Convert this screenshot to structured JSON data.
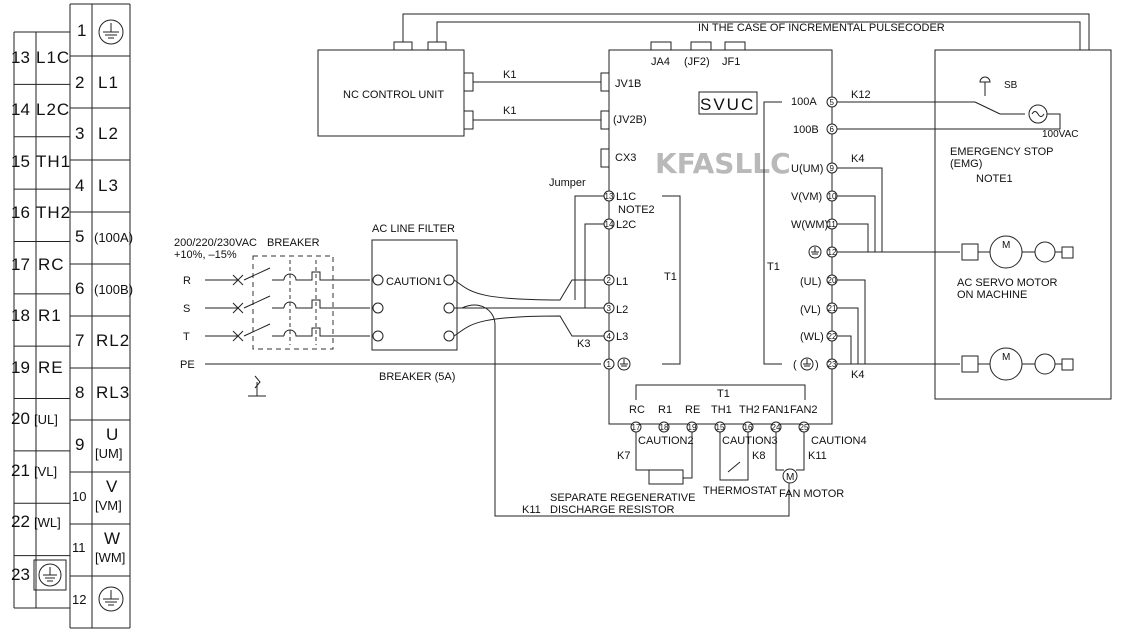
{
  "terminal_block": {
    "left": [
      {
        "num": "13",
        "label": "L1C"
      },
      {
        "num": "14",
        "label": "L2C"
      },
      {
        "num": "15",
        "label": "TH1"
      },
      {
        "num": "16",
        "label": "TH2"
      },
      {
        "num": "17",
        "label": "RC"
      },
      {
        "num": "18",
        "label": "R1"
      },
      {
        "num": "19",
        "label": "RE"
      },
      {
        "num": "20",
        "label": "[UL]"
      },
      {
        "num": "21",
        "label": "[VL]"
      },
      {
        "num": "22",
        "label": "[WL]"
      },
      {
        "num": "23",
        "label": ""
      }
    ],
    "right": [
      {
        "num": "1",
        "label": ""
      },
      {
        "num": "2",
        "label": "L1"
      },
      {
        "num": "3",
        "label": "L2"
      },
      {
        "num": "4",
        "label": "L3"
      },
      {
        "num": "5",
        "label": "(100A)"
      },
      {
        "num": "6",
        "label": "(100B)"
      },
      {
        "num": "7",
        "label": "RL2"
      },
      {
        "num": "8",
        "label": "RL3"
      },
      {
        "num": "9",
        "label": "U",
        "sub": "[UM]"
      },
      {
        "num": "10",
        "label": "V",
        "sub": "[VM]"
      },
      {
        "num": "11",
        "label": "W",
        "sub": "[WM]"
      },
      {
        "num": "12",
        "label": ""
      }
    ]
  },
  "top_note": "IN THE CASE OF INCREMENTAL PULSECODER",
  "nc_unit": "NC CONTROL UNIT",
  "svuc": "SVUC",
  "watermark": "KFASLLC",
  "connectors": {
    "ja4": "JA4",
    "jf2": "(JF2)",
    "jf1": "JF1",
    "jv1b": "JV1B",
    "jv2b": "(JV2B)",
    "cx3": "CX3"
  },
  "cables": {
    "k1a": "K1",
    "k1b": "K1",
    "k12": "K12",
    "k4a": "K4",
    "k4b": "K4",
    "k3": "K3",
    "k7": "K7",
    "k8": "K8",
    "k11a": "K11",
    "k11b": "K11"
  },
  "power": {
    "voltage": "200/220/230VAC",
    "tolerance": "+10%, –15%",
    "breaker": "BREAKER",
    "filter": "AC LINE FILTER",
    "caution1": "CAUTION1",
    "breaker5a": "BREAKER (5A)",
    "jumper": "Jumper",
    "r": "R",
    "s": "S",
    "t": "T",
    "pe": "PE"
  },
  "svuc_terminals": {
    "l1c": "L1C",
    "l2c": "L2C",
    "note2": "NOTE2",
    "l1": "L1",
    "l2": "L2",
    "l3": "L3",
    "t1_left": "T1",
    "t1_mid": "T1",
    "t1_bottom": "T1",
    "a100": "100A",
    "b100": "100B",
    "um": "U(UM)",
    "vm": "V(VM)",
    "wm": "W(WM)",
    "ul": "(UL)",
    "vl": "(VL)",
    "wl": "(WL)",
    "rc": "RC",
    "r1": "R1",
    "re": "RE",
    "th1": "TH1",
    "th2": "TH2",
    "fan1": "FAN1",
    "fan2": "FAN2"
  },
  "terminal_numbers": [
    "1",
    "2",
    "3",
    "4",
    "5",
    "6",
    "9",
    "10",
    "11",
    "12",
    "13",
    "14",
    "15",
    "16",
    "17",
    "18",
    "19",
    "20",
    "21",
    "22",
    "23",
    "24",
    "25"
  ],
  "emg": {
    "sb": "SB",
    "vac": "100VAC",
    "title": "EMERGENCY STOP",
    "abbr": "(EMG)",
    "note1": "NOTE1",
    "motor": "AC SERVO MOTOR",
    "motor2": "ON MACHINE"
  },
  "bottom": {
    "caution2": "CAUTION2",
    "caution3": "CAUTION3",
    "caution4": "CAUTION4",
    "thermostat": "THERMOSTAT",
    "fan_motor": "FAN MOTOR",
    "regen1": "SEPARATE REGENERATIVE",
    "regen2": "DISCHARGE RESISTOR"
  },
  "symbols": {
    "motor": "M"
  }
}
